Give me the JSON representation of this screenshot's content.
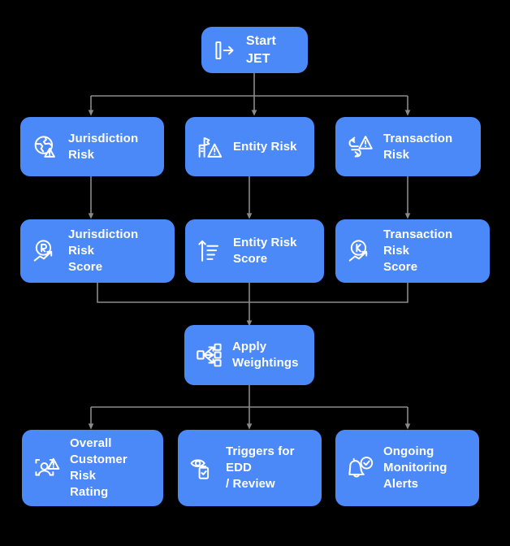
{
  "diagram": {
    "type": "flowchart",
    "direction": "top-down",
    "background_color": "#000000",
    "node_color": "#4a89f7",
    "node_text_color": "#ffffff",
    "edge_color": "#8a8a8a",
    "nodes": [
      {
        "id": "start",
        "label": "Start JET",
        "icon": "enter-arrow-icon"
      },
      {
        "id": "jur_risk",
        "label": "Jurisdiction Risk",
        "icon": "globe-warning-icon"
      },
      {
        "id": "ent_risk",
        "label": "Entity Risk",
        "icon": "building-warning-icon"
      },
      {
        "id": "txn_risk",
        "label": "Transaction Risk",
        "icon": "exchange-warning-icon"
      },
      {
        "id": "jur_score",
        "label": "Jurisdiction Risk\nScore",
        "icon": "gauge-trend-r-icon"
      },
      {
        "id": "ent_score",
        "label": "Entity Risk Score",
        "icon": "ascending-bars-arrow-icon"
      },
      {
        "id": "txn_score",
        "label": "Transaction Risk\nScore",
        "icon": "gauge-trend-k-icon"
      },
      {
        "id": "weightings",
        "label": "Apply\nWeightings",
        "icon": "distribute-nodes-icon"
      },
      {
        "id": "overall",
        "label": "Overall\nCustomer Risk\nRating",
        "icon": "user-scan-warning-icon"
      },
      {
        "id": "triggers",
        "label": "Triggers for EDD\n/ Review",
        "icon": "eye-clipboard-icon"
      },
      {
        "id": "monitoring",
        "label": "Ongoing\nMonitoring\nAlerts",
        "icon": "bell-check-icon"
      }
    ],
    "edges": [
      {
        "from": "start",
        "to": "jur_risk"
      },
      {
        "from": "start",
        "to": "ent_risk"
      },
      {
        "from": "start",
        "to": "txn_risk"
      },
      {
        "from": "jur_risk",
        "to": "jur_score"
      },
      {
        "from": "ent_risk",
        "to": "ent_score"
      },
      {
        "from": "txn_risk",
        "to": "txn_score"
      },
      {
        "from": "jur_score",
        "to": "weightings"
      },
      {
        "from": "ent_score",
        "to": "weightings"
      },
      {
        "from": "txn_score",
        "to": "weightings"
      },
      {
        "from": "weightings",
        "to": "overall"
      },
      {
        "from": "weightings",
        "to": "triggers"
      },
      {
        "from": "weightings",
        "to": "monitoring"
      }
    ]
  }
}
